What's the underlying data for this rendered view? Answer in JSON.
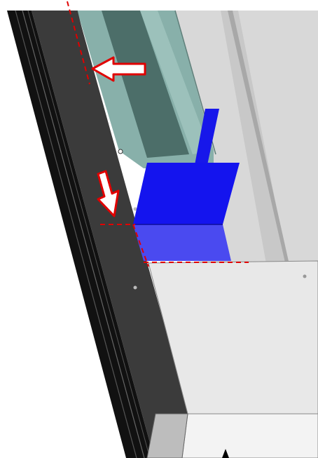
{
  "diagram": {
    "kind": "assembly-instruction-illustration",
    "background": "#ffffff",
    "colors": {
      "profile_dark": "#3a3a3a",
      "profile_black": "#111111",
      "glass_teal": "#7fa8a3",
      "glass_teal_dark": "#3f5f5b",
      "bracket_blue": "#1a1aee",
      "bracket_blue_light": "#4a4aee",
      "panel_grey": "#e6e6e6",
      "panel_light": "#f2f2f2",
      "wall_grey": "#d5d5d5",
      "arrow_red": "#e00000",
      "guide_red": "#e00000"
    },
    "arrows": [
      {
        "id": "arrow-left",
        "direction": "left"
      },
      {
        "id": "arrow-down",
        "direction": "down-right"
      }
    ],
    "markers": [
      {
        "id": "bottom-triangle",
        "shape": "triangle-up"
      }
    ]
  }
}
